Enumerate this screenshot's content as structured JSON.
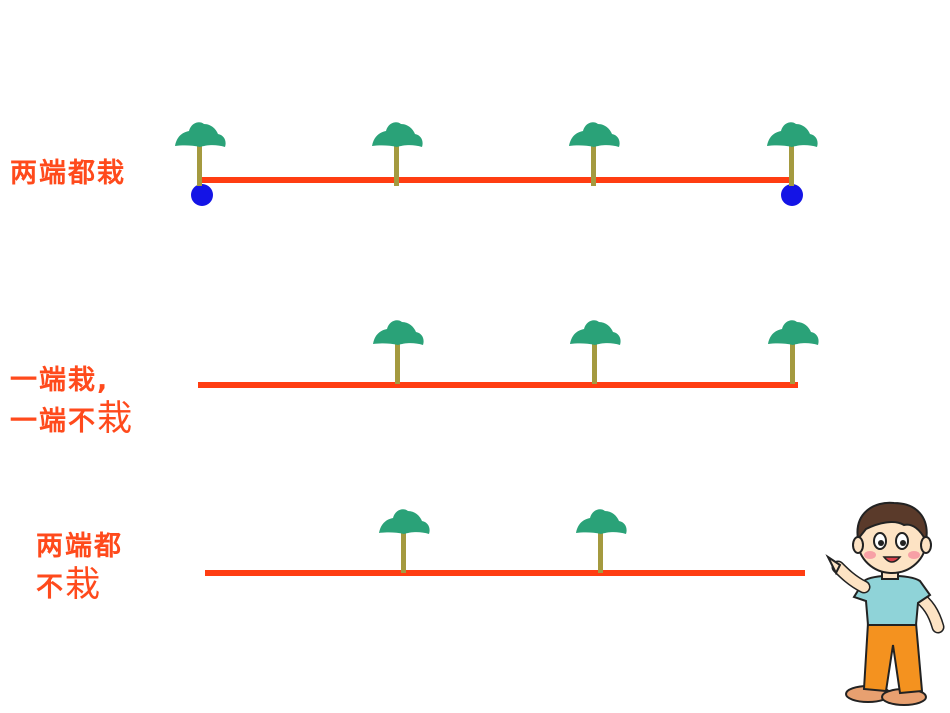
{
  "diagram": {
    "rows": [
      {
        "label_parts": [
          "两端都栽"
        ],
        "trees": 4,
        "end_dots": true
      },
      {
        "label_parts": [
          "一端栽,",
          "一端不",
          "栽"
        ],
        "trees": 3,
        "end_dots": false
      },
      {
        "label_parts": [
          "两端都",
          "不",
          "栽"
        ],
        "trees": 2,
        "end_dots": false
      }
    ],
    "colors": {
      "label": "#ff4a1c",
      "line": "#ff3d12",
      "canopy": "#2aa278",
      "trunk": "#a49a3f",
      "dot": "#1414e6"
    },
    "icons": {
      "tree": "tree-icon",
      "end_marker": "dot-marker",
      "character": "pointing-boy-illustration"
    }
  }
}
